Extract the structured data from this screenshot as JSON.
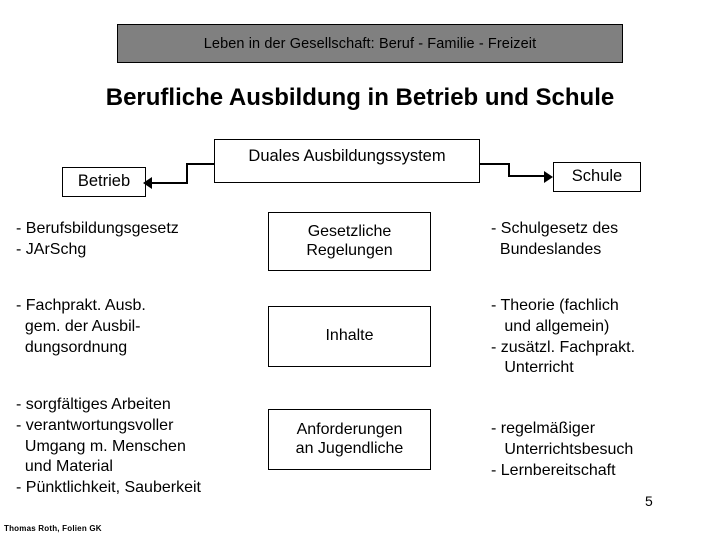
{
  "slide": {
    "banner_text": "Leben in der Gesellschaft: Beruf  - Familie - Freizeit",
    "banner_color": "#808080",
    "title": "Berufliche Ausbildung in Betrieb und Schule",
    "page_number": "5",
    "footer_credit": "Thomas Roth, Folien GK"
  },
  "diagram": {
    "boxes": {
      "duales": "Duales Ausbildungssystem",
      "betrieb": "Betrieb",
      "schule": "Schule",
      "gesetzliche": "Gesetzliche\nRegelungen",
      "inhalte": "Inhalte",
      "anforderungen": "Anforderungen\nan Jugendliche"
    },
    "left_column": {
      "block1": "- Berufsbildungsgesetz\n- JArSchg",
      "block2": "- Fachprakt. Ausb.\n  gem. der Ausbil-\n  dungsordnung",
      "block3": "- sorgfältiges Arbeiten\n- verantwortungsvoller\n  Umgang m. Menschen\n  und Material\n- Pünktlichkeit, Sauberkeit"
    },
    "right_column": {
      "block1": "- Schulgesetz des\n  Bundeslandes",
      "block2": "- Theorie (fachlich\n   und allgemein)\n- zusätzl. Fachprakt.\n   Unterricht",
      "block3": "- regelmäßiger\n   Unterrichtsbesuch\n- Lernbereitschaft"
    },
    "arrows": {
      "to_betrieb": "arrow-left",
      "to_schule": "arrow-right"
    }
  }
}
